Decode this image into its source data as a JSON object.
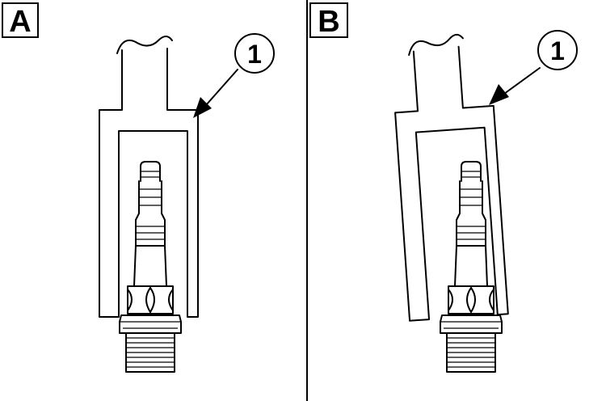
{
  "panels": [
    {
      "label": "A",
      "callout": "1"
    },
    {
      "label": "B",
      "callout": "1"
    }
  ],
  "colors": {
    "ink": "#000000",
    "background": "#ffffff"
  }
}
